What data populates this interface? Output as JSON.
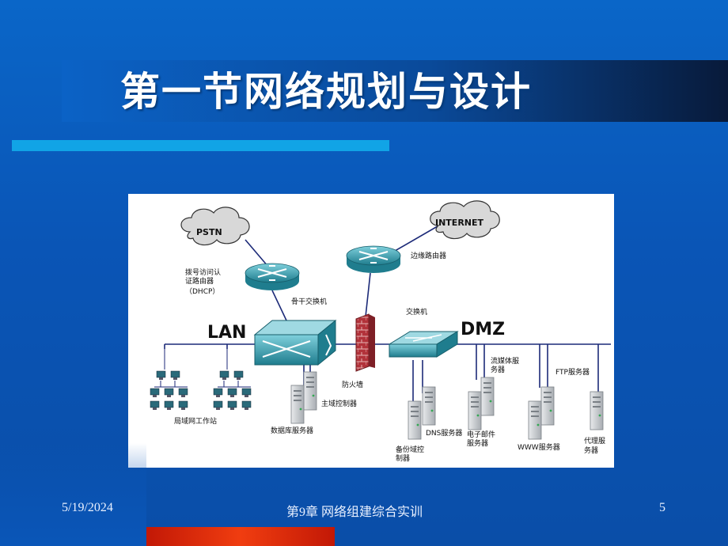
{
  "slide": {
    "title": "第一节网络规划与设计",
    "footer_date": "5/19/2024",
    "footer_title": "第9章 网络组建综合实训",
    "page_number": "5"
  },
  "diagram": {
    "clouds": {
      "pstn": "PSTN",
      "internet": "INTERNET"
    },
    "segments": {
      "lan": "LAN",
      "dmz": "DMZ"
    },
    "devices": {
      "dialup_router_line1": "拨号访问认",
      "dialup_router_line2": "证路由器",
      "dialup_router_line3": "（DHCP）",
      "edge_router": "边缘路由器",
      "core_switch": "骨干交换机",
      "dmz_switch": "交换机",
      "firewall": "防火墙",
      "domain_controller": "主域控制器",
      "database_server": "数据库服务器",
      "lan_workstations": "局域网工作站",
      "dns_server": "DNS服务器",
      "backup_dc_line1": "备份域控",
      "backup_dc_line2": "制器",
      "streaming_server_line1": "流媒体服",
      "streaming_server_line2": "务器",
      "email_server_line1": "电子邮件",
      "email_server_line2": "服务器",
      "ftp_server": "FTP服务器",
      "www_server": "WWW服务器",
      "proxy_server_line1": "代理服",
      "proxy_server_line2": "务器"
    },
    "colors": {
      "device_teal": "#2a8a9a",
      "line_navy": "#1c2a78",
      "firewall_red": "#b2323a",
      "server_gray": "#c8ccd0"
    }
  }
}
